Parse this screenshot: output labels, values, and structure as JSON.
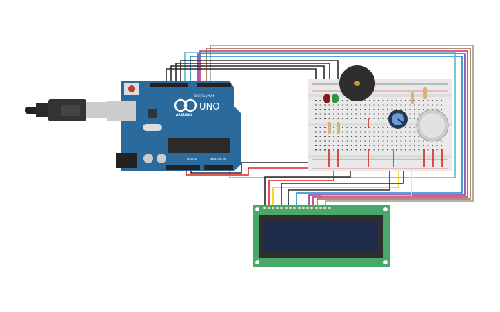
{
  "arduino": {
    "model_label": "UNO",
    "brand_label": "ARDUINO",
    "digital_label": "DIGITAL (PWM~)",
    "power_label": "POWER",
    "analog_label": "ANALOG IN",
    "color": "#2b6a9c"
  },
  "breadboard": {
    "color": "#e9e9e9",
    "rail_red": "#d33",
    "rail_blue": "#333"
  },
  "lcd": {
    "board_color": "#4aa76a",
    "screen_color": "#1d2a4a"
  },
  "components": {
    "leds": [
      "red",
      "green"
    ],
    "resistor_count": 4,
    "buzzer": "piezo",
    "potentiometer": "blue-knob",
    "gas_sensor": "gas-sensor"
  },
  "wire_colors": {
    "black": "#2a2a2a",
    "red": "#d22",
    "yellow": "#f0d000",
    "cyan": "#5bb8cc",
    "blue": "#1a86c8",
    "purple": "#8a3aa0",
    "magenta": "#d0287a",
    "brown": "#9a6a3a",
    "gray": "#999"
  }
}
